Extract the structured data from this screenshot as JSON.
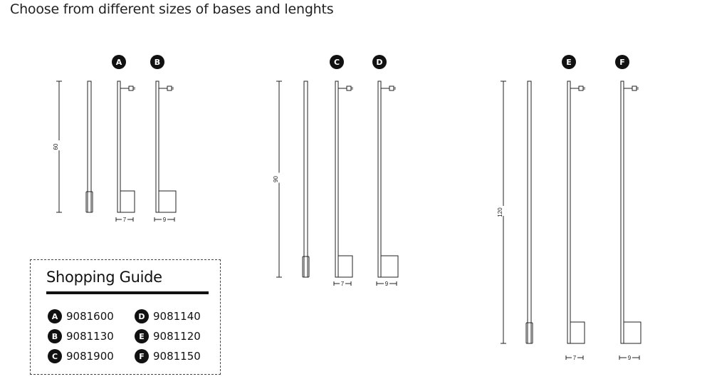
{
  "page": {
    "title": "Choose from different sizes of bases and lenghts"
  },
  "groups": [
    {
      "height_label": "60",
      "variants": [
        {
          "letter": "A",
          "width_label": "7"
        },
        {
          "letter": "B",
          "width_label": "9"
        }
      ]
    },
    {
      "height_label": "90",
      "variants": [
        {
          "letter": "C",
          "width_label": "7"
        },
        {
          "letter": "D",
          "width_label": "9"
        }
      ]
    },
    {
      "height_label": "120",
      "variants": [
        {
          "letter": "E",
          "width_label": "7"
        },
        {
          "letter": "F",
          "width_label": "9"
        }
      ]
    }
  ],
  "shopping_guide": {
    "title": "Shopping Guide",
    "items": [
      {
        "letter": "A",
        "code": "9081600"
      },
      {
        "letter": "B",
        "code": "9081130"
      },
      {
        "letter": "C",
        "code": "9081900"
      },
      {
        "letter": "D",
        "code": "9081140"
      },
      {
        "letter": "E",
        "code": "9081120"
      },
      {
        "letter": "F",
        "code": "9081150"
      }
    ]
  }
}
